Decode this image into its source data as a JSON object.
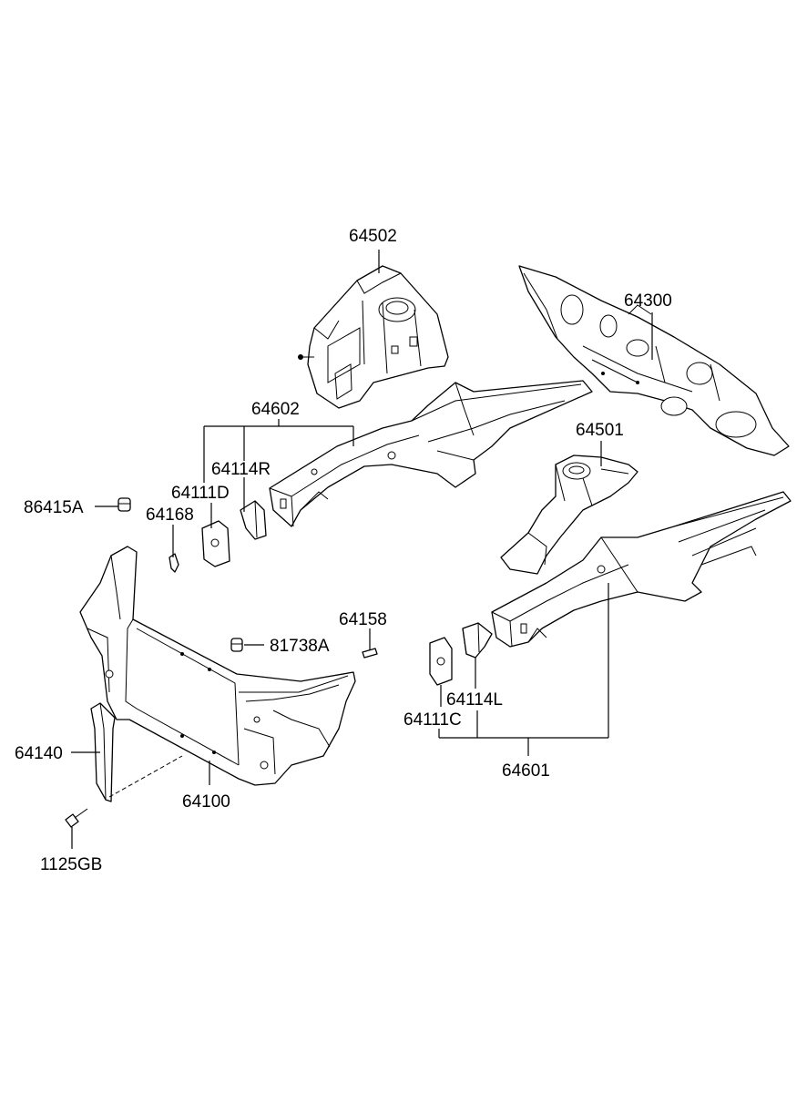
{
  "labels": {
    "l64502": "64502",
    "l64300": "64300",
    "l64602": "64602",
    "l64501": "64501",
    "l64114R": "64114R",
    "l64111D": "64111D",
    "l86415A": "86415A",
    "l64168": "64168",
    "l64158": "64158",
    "l81738A": "81738A",
    "l64114L": "64114L",
    "l64111C": "64111C",
    "l64140": "64140",
    "l64601": "64601",
    "l64100": "64100",
    "l1125GB": "1125GB"
  }
}
